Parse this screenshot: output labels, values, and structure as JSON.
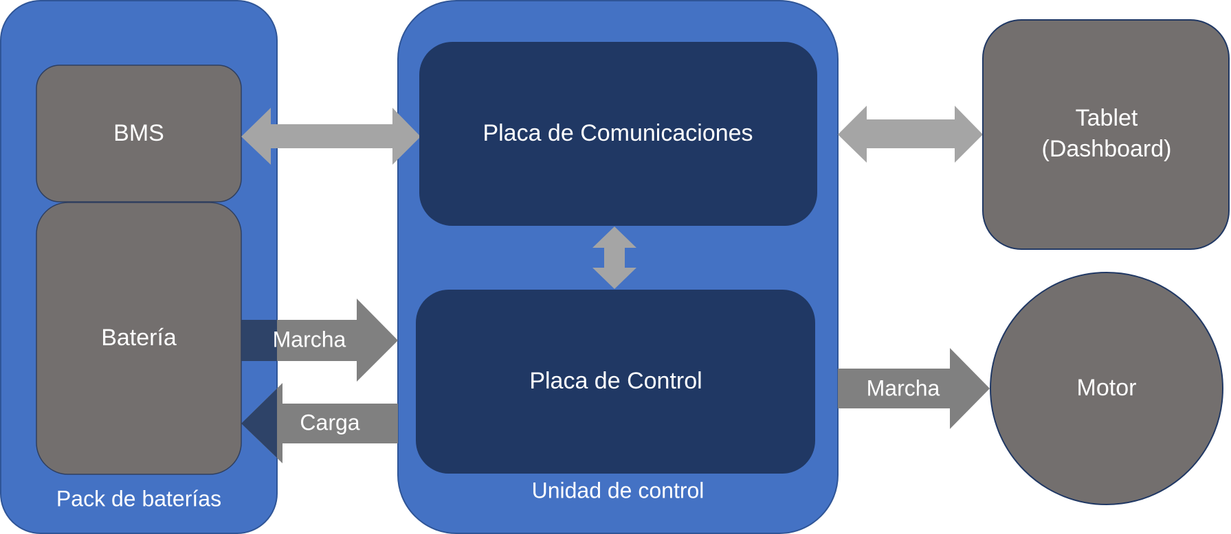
{
  "colors": {
    "container": "#4472c4",
    "container_border": "#2f5597",
    "dark_box": "#203864",
    "gray_box": "#736f6e",
    "light_arrow": "#a5a5a5",
    "dark_arrow": "#808080",
    "text": "#ffffff"
  },
  "containers": {
    "battery_pack": {
      "label": "Pack de baterías"
    },
    "control_unit": {
      "label": "Unidad de control"
    }
  },
  "boxes": {
    "bms": {
      "label": "BMS"
    },
    "battery": {
      "label": "Batería"
    },
    "comms_board": {
      "label": "Placa de Comunicaciones"
    },
    "control_board": {
      "label": "Placa de Control"
    },
    "tablet": {
      "line1": "Tablet",
      "line2": "(Dashboard)"
    },
    "motor": {
      "label": "Motor"
    }
  },
  "arrows": {
    "battery_to_control": {
      "label": "Marcha",
      "direction": "right"
    },
    "control_to_battery": {
      "label": "Carga",
      "direction": "left"
    },
    "control_to_motor": {
      "label": "Marcha",
      "direction": "right"
    },
    "bms_comms": {
      "direction": "bidirectional"
    },
    "comms_tablet": {
      "direction": "bidirectional"
    },
    "comms_control": {
      "direction": "bidirectional"
    }
  }
}
